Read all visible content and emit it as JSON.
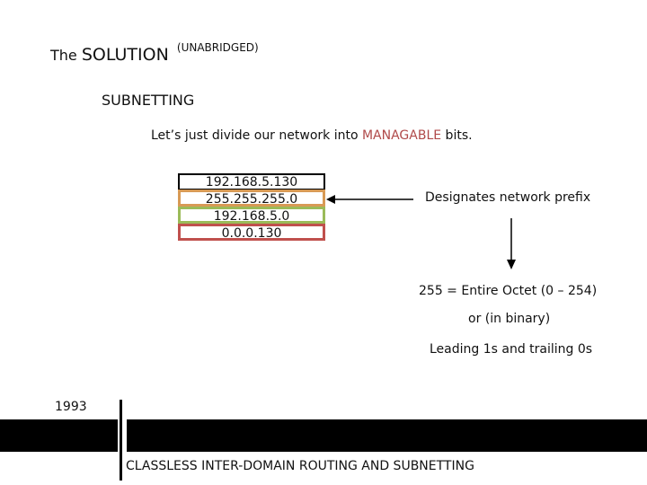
{
  "title": {
    "prefix": "The",
    "main": "SOLUTION",
    "suffix": "(UNABRIDGED)"
  },
  "subheading": "SUBNETTING",
  "intro": {
    "before": "Let’s just divide our network into ",
    "highlight": "MANAGABLE",
    "after": " bits.",
    "highlight_color": "#b04a4a"
  },
  "ip_boxes": [
    {
      "value": "192.168.5.130",
      "border_color": "#000000"
    },
    {
      "value": "255.255.255.0",
      "border_color": "#d89a55"
    },
    {
      "value": "192.168.5.0",
      "border_color": "#9bbb59"
    },
    {
      "value": "0.0.0.130",
      "border_color": "#c0504d"
    }
  ],
  "notes": {
    "prefix": "Designates network prefix",
    "octet": "255 = Entire Octet (0 – 254)",
    "binary": "or (in binary)",
    "leading": "Leading 1s and trailing 0s"
  },
  "timeline": {
    "year": "1993",
    "caption": "CLASSLESS INTER-DOMAIN ROUTING AND SUBNETTING"
  }
}
